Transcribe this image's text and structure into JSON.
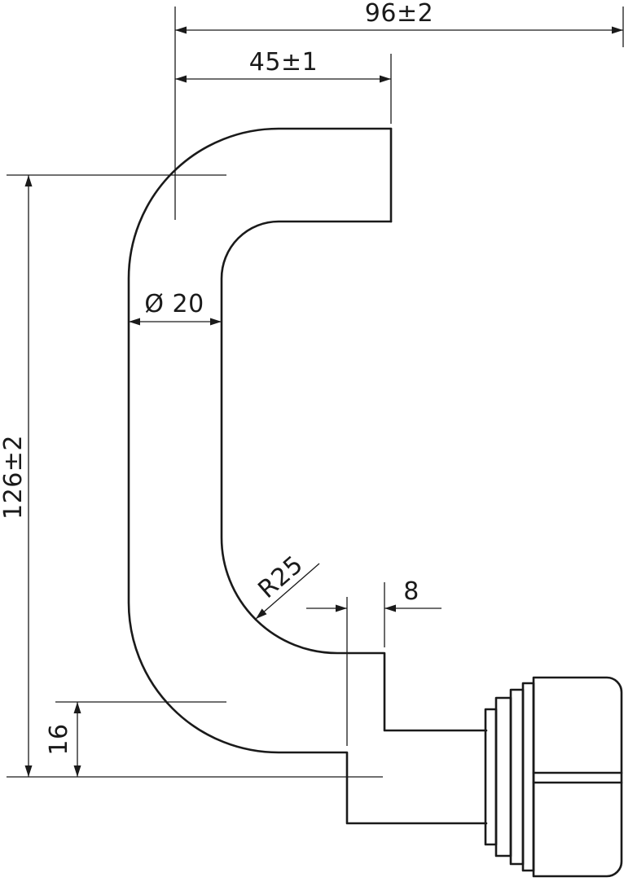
{
  "colors": {
    "background": "#ffffff",
    "line": "#1a1a1a"
  },
  "drawing": {
    "type": "technical-dimension-drawing",
    "part": "c-shaped-tube-with-connector",
    "dimensions": {
      "overall_width": "96±2",
      "upper_arm_length": "45±1",
      "tube_diameter": "Ø 20",
      "overall_height": "126±2",
      "bend_radius": "R25",
      "outlet_step": "8",
      "outlet_drop": "16"
    }
  }
}
